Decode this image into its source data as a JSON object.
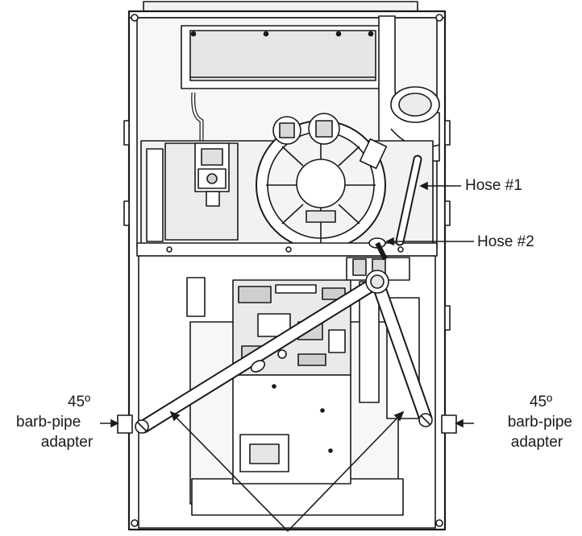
{
  "labels": {
    "hose_1": "Hose #1",
    "hose_2": "Hose #2",
    "left_adapter": {
      "line1": "45º",
      "line2": "barb-pipe",
      "line3": "adapter"
    },
    "right_adapter": {
      "line1": "45º",
      "line2": "barb-pipe",
      "line3": "adapter"
    }
  },
  "colors": {
    "line": "#1a1a1a",
    "panel_fill": "#f2f2f2",
    "panel_shade": "#d9d9d9",
    "board_fill": "#eaeaea",
    "hose_fill": "#ffffff"
  }
}
